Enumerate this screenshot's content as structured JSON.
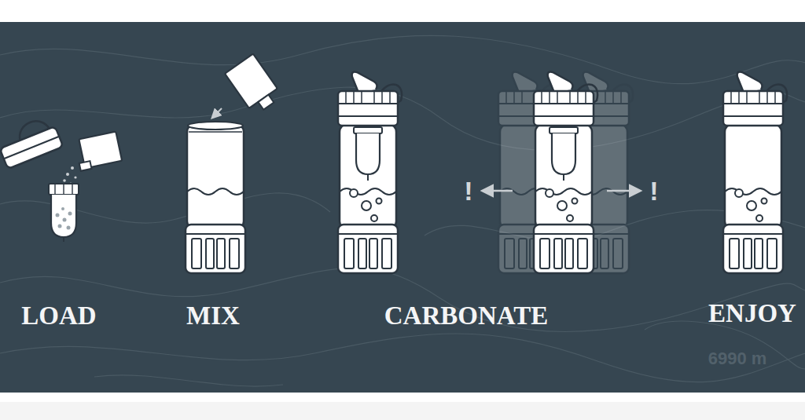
{
  "diagram": {
    "labels": [
      "LOAD",
      "MIX",
      "CARBONATE",
      "ENJOY",
      "!",
      "!",
      "6990 m"
    ]
  }
}
